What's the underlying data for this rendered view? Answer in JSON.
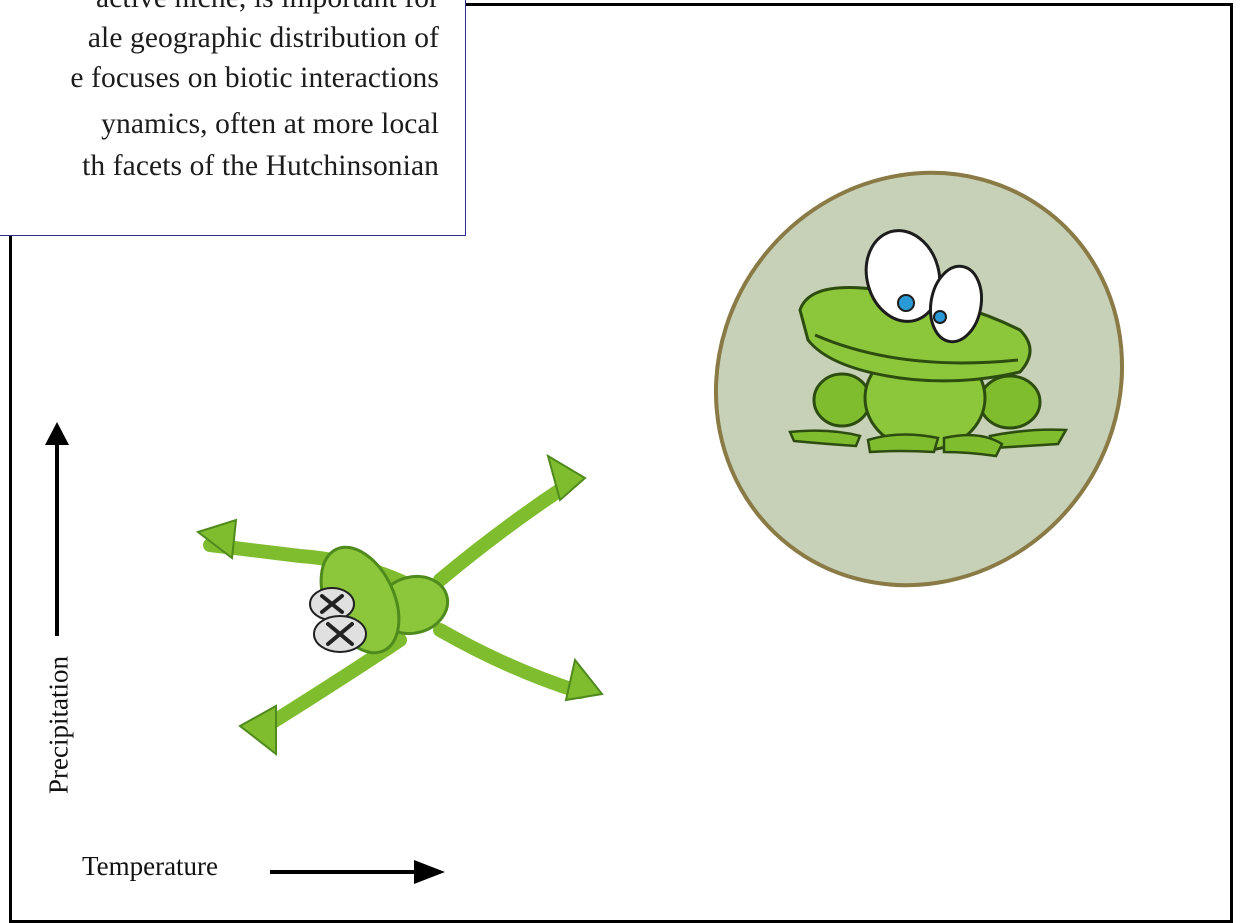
{
  "text_excerpt": {
    "lines": [
      "active niche, is important for",
      "ale geographic distribution of",
      "e focuses on biotic interactions",
      "ynamics, often at more local",
      "th facets of the Hutchinsonian"
    ]
  },
  "axes": {
    "y_label": "Precipitation",
    "x_label": "Temperature"
  },
  "colors": {
    "niche_fill": "#c7d1b7",
    "niche_stroke": "#8a7a45",
    "frog_green": "#7fbd2f",
    "frog_dark": "#4f8a1c",
    "text_box_border": "#2a2f8a"
  }
}
